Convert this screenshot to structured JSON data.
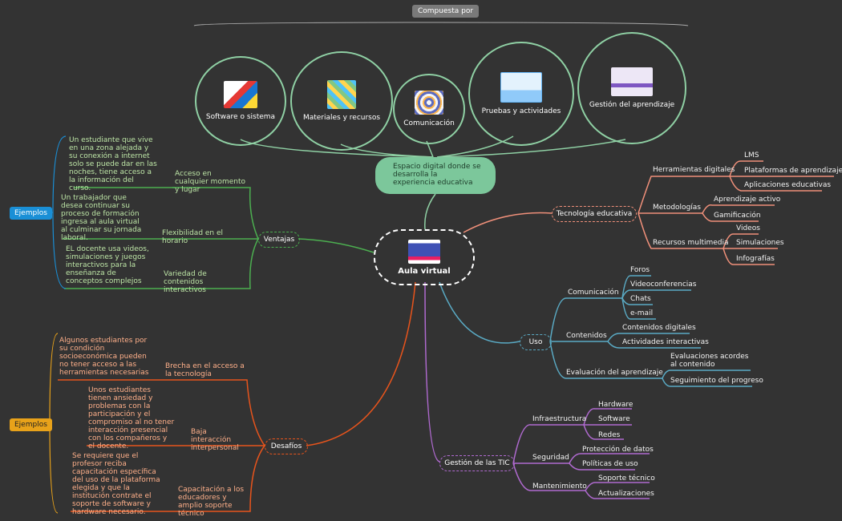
{
  "compuesta_por": "Compuesta por",
  "bubbles": [
    {
      "label": "Software o sistema",
      "icon": "software-collage"
    },
    {
      "label": "Materiales y recursos",
      "icon": "materials-collage"
    },
    {
      "label": "Comunicación",
      "icon": "communication-collage"
    },
    {
      "label": "Pruebas y actividades",
      "icon": "tests-illustration"
    },
    {
      "label": "Gestión del aprendizaje",
      "icon": "management-illustration"
    }
  ],
  "espacio": "Espacio digital donde se desarrolla la experiencia educativa",
  "center": {
    "label": "Aula virtual",
    "icon": "laptop-classroom-icon"
  },
  "ventajas": {
    "label": "Ventajas",
    "ejemplos": "Ejemplos",
    "items": [
      {
        "label": "Acceso en cualquier momento y lugar",
        "example": "Un estudiante que vive en una zona alejada y su conexión a internet solo se puede dar en las noches, tiene acceso a la información del curso."
      },
      {
        "label": "Flexibilidad en el horario",
        "example": "Un trabajador que desea continuar su proceso de formación ingresa al aula virtual al culminar su jornada laboral."
      },
      {
        "label": "Variedad de contenidos interactivos",
        "example": "EL docente usa videos, simulaciones y juegos interactivos para la enseñanza de conceptos complejos"
      }
    ]
  },
  "desafios": {
    "label": "Desafíos",
    "ejemplos": "Ejemplos",
    "items": [
      {
        "label": "Brecha en el acceso a la tecnología",
        "example": "Algunos estudiantes por su condición socioeconómica pueden no tener acceso a las herramientas necesarias"
      },
      {
        "label": "Baja interacción interpersonal",
        "example": "Unos estudiantes tienen ansiedad y problemas con la participación y el compromiso al no tener interacción presencial con los compañeros y el docente."
      },
      {
        "label": "Capacitación a los educadores y amplio soporte técnico",
        "example": "Se requiere que el profesor reciba capacitación específica del uso de la plataforma elegida y que la institución contrate el soporte de software y hardware necesario."
      }
    ]
  },
  "tecnologia": {
    "label": "Tecnología educativa",
    "groups": [
      {
        "label": "Herramientas digitales",
        "items": [
          "LMS",
          "Plataformas de aprendizaje",
          "Aplicaciones educativas"
        ]
      },
      {
        "label": "Metodologías",
        "items": [
          "Aprendizaje activo",
          "Gamificación"
        ]
      },
      {
        "label": "Recursos multimedia",
        "items": [
          "Videos",
          "Simulaciones",
          "Infografías"
        ]
      }
    ]
  },
  "uso": {
    "label": "Uso",
    "groups": [
      {
        "label": "Comunicación",
        "items": [
          "Foros",
          "Videoconferencias",
          "Chats",
          "e-mail"
        ]
      },
      {
        "label": "Contenidos",
        "items": [
          "Contenidos digitales",
          "Actividades interactivas"
        ]
      },
      {
        "label": "Evaluación del aprendizaje",
        "items": [
          "Evaluaciones acordes al contenido",
          "Seguimiento del progreso"
        ]
      }
    ]
  },
  "gestion": {
    "label": "Gestión de las TIC",
    "groups": [
      {
        "label": "Infraestructura",
        "items": [
          "Hardware",
          "Software",
          "Redes"
        ]
      },
      {
        "label": "Seguridad",
        "items": [
          "Protección de datos",
          "Políticas de uso"
        ]
      },
      {
        "label": "Mantenimiento",
        "items": [
          "Soporte técnico",
          "Actualizaciones"
        ]
      }
    ]
  },
  "colors": {
    "green": "#4caf50",
    "orange": "#e8541c",
    "salmon": "#f0907a",
    "teal": "#5aaac4",
    "purple": "#b06ad0",
    "bubble": "#8fd0a4"
  }
}
